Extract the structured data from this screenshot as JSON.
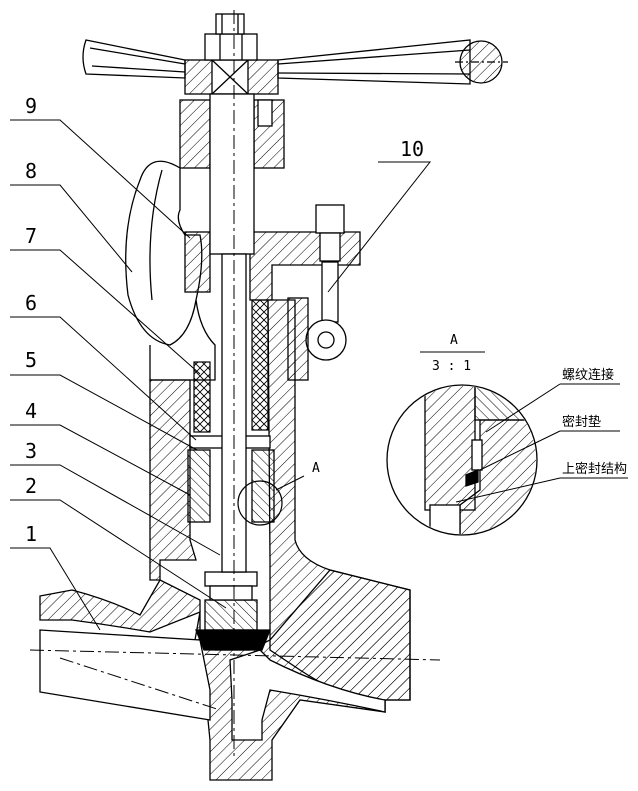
{
  "part_labels": [
    "1",
    "2",
    "3",
    "4",
    "5",
    "6",
    "7",
    "8",
    "9",
    "10"
  ],
  "detail": {
    "marker": "A",
    "title": "A",
    "scale": "3 : 1"
  },
  "callouts": {
    "thread": "螺纹连接",
    "gasket": "密封垫",
    "upper_seal": "上密封结构"
  }
}
